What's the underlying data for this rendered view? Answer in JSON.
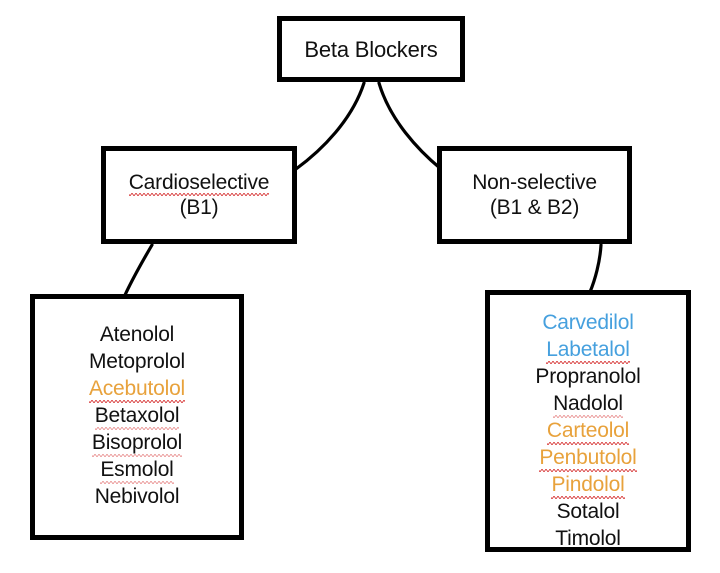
{
  "diagram": {
    "title": "Beta Blockers",
    "type": "hierarchy-tree",
    "background_color": "#ffffff",
    "border_color": "#000000",
    "colors": {
      "text": "#111111",
      "orange": "#E8A23C",
      "blue": "#46A0DE",
      "spellcheck_underline": "#d94040"
    },
    "root": {
      "label": "Beta Blockers"
    },
    "branches": [
      {
        "key": "cardioselective",
        "label_line1": "Cardioselective",
        "label_line2": "(B1)",
        "line1_misspelled": true,
        "drugs": [
          {
            "name": "Atenolol",
            "color": "default",
            "misspelled": false
          },
          {
            "name": "Metoprolol",
            "color": "default",
            "misspelled": false
          },
          {
            "name": "Acebutolol",
            "color": "orange",
            "misspelled": true
          },
          {
            "name": "Betaxolol",
            "color": "default",
            "misspelled": true
          },
          {
            "name": "Bisoprolol",
            "color": "default",
            "misspelled": true
          },
          {
            "name": "Esmolol",
            "color": "default",
            "misspelled": true
          },
          {
            "name": "Nebivolol",
            "color": "default",
            "misspelled": false
          }
        ]
      },
      {
        "key": "nonselective",
        "label_line1": "Non-selective",
        "label_line2": "(B1 & B2)",
        "line1_misspelled": false,
        "drugs": [
          {
            "name": "Carvedilol",
            "color": "blue",
            "misspelled": false
          },
          {
            "name": "Labetalol",
            "color": "blue",
            "misspelled": true
          },
          {
            "name": "Propranolol",
            "color": "default",
            "misspelled": false
          },
          {
            "name": "Nadolol",
            "color": "default",
            "misspelled": true
          },
          {
            "name": "Carteolol",
            "color": "orange",
            "misspelled": true
          },
          {
            "name": "Penbutolol",
            "color": "orange",
            "misspelled": true
          },
          {
            "name": "Pindolol",
            "color": "orange",
            "misspelled": true
          },
          {
            "name": "Sotalol",
            "color": "default",
            "misspelled": false
          },
          {
            "name": "Timolol",
            "color": "default",
            "misspelled": false
          }
        ]
      }
    ]
  }
}
